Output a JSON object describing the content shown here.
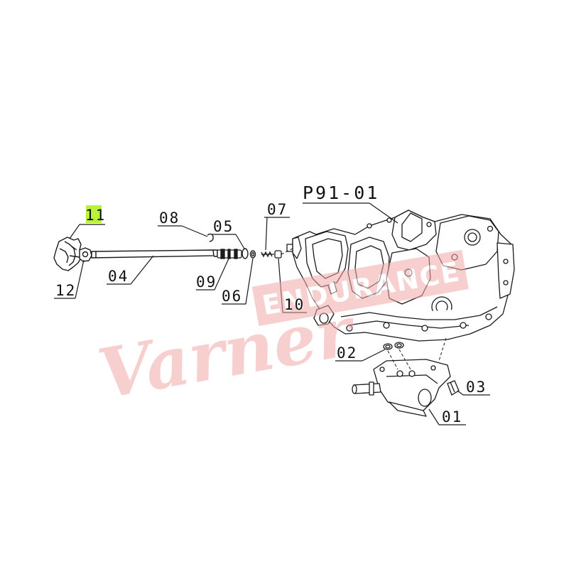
{
  "diagram": {
    "title": "P91-01",
    "callouts": [
      "01",
      "02",
      "03",
      "04",
      "05",
      "06",
      "07",
      "08",
      "09",
      "10",
      "11",
      "12"
    ],
    "highlighted_callout": "11",
    "highlight_color": "#b8f23a"
  },
  "watermark": {
    "script_text": "Varner",
    "box_text": "ENDURANCE",
    "color": "#f2a9a9"
  },
  "colors": {
    "line": "#1a1a1a",
    "background": "#ffffff"
  }
}
